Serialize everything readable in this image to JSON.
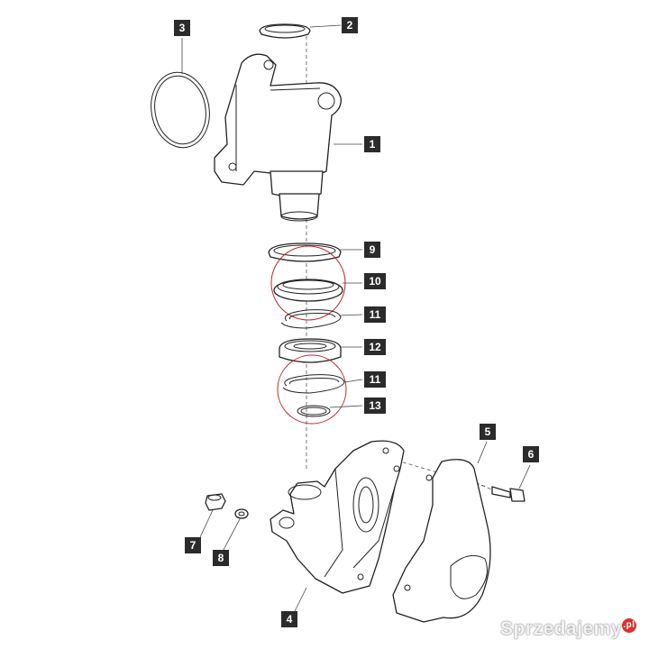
{
  "callouts": {
    "c1": "1",
    "c2": "2",
    "c3": "3",
    "c4": "4",
    "c5": "5",
    "c6": "6",
    "c7": "7",
    "c8": "8",
    "c9": "9",
    "c10": "10",
    "c11a": "11",
    "c11b": "11",
    "c12": "12",
    "c13": "13"
  },
  "watermark": {
    "text": "Sprzedajemy",
    "suffix": ".pl"
  },
  "colors": {
    "callout_fill": "#2b2b2b",
    "highlight_circle": "#c0282f",
    "watermark_badge": "#d6322f"
  }
}
